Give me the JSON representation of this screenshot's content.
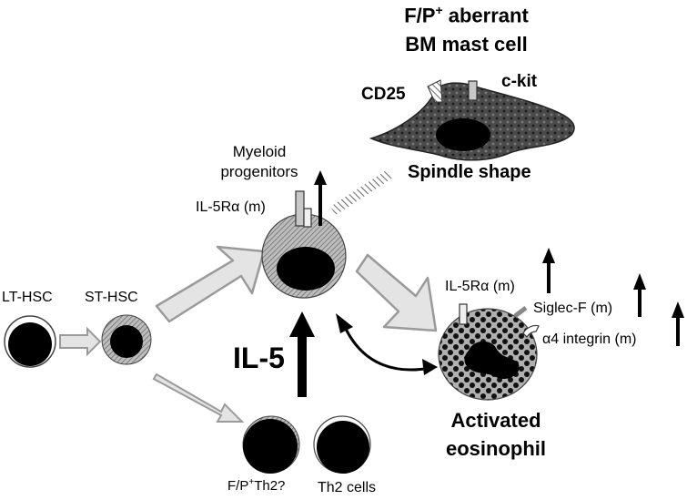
{
  "title": {
    "line1_prefix": "F/P",
    "line1_sup": "+",
    "line1_suffix": " aberrant",
    "line2": "BM mast cell"
  },
  "mast_cell": {
    "marker_cd25": "CD25",
    "marker_ckit": "c-kit",
    "shape_label": "Spindle shape"
  },
  "myeloid": {
    "label_line1": "Myeloid",
    "label_line2": "progenitors",
    "receptor_label": "IL-5Rα (m)"
  },
  "hsc": {
    "lt_label": "LT-HSC",
    "st_label": "ST-HSC"
  },
  "cytokine": {
    "label": "IL-5"
  },
  "eosinophil": {
    "receptor_label": "IL-5Rα (m)",
    "siglec_label": "Siglec-F (m)",
    "integrin_label": "α4 integrin (m)",
    "label_line1": "Activated",
    "label_line2": "eosinophil"
  },
  "th2": {
    "fp_label_prefix": "F/P",
    "fp_label_sup": "+",
    "fp_label_suffix": "Th2?",
    "label": "Th2 cells"
  },
  "colors": {
    "cell_fill": "#c8c8c8",
    "nucleus": "#000000",
    "arrow_fill": "#e4e4e4",
    "arrow_stroke": "#9a9a9a",
    "mast_fill": "#3a3a3a"
  }
}
